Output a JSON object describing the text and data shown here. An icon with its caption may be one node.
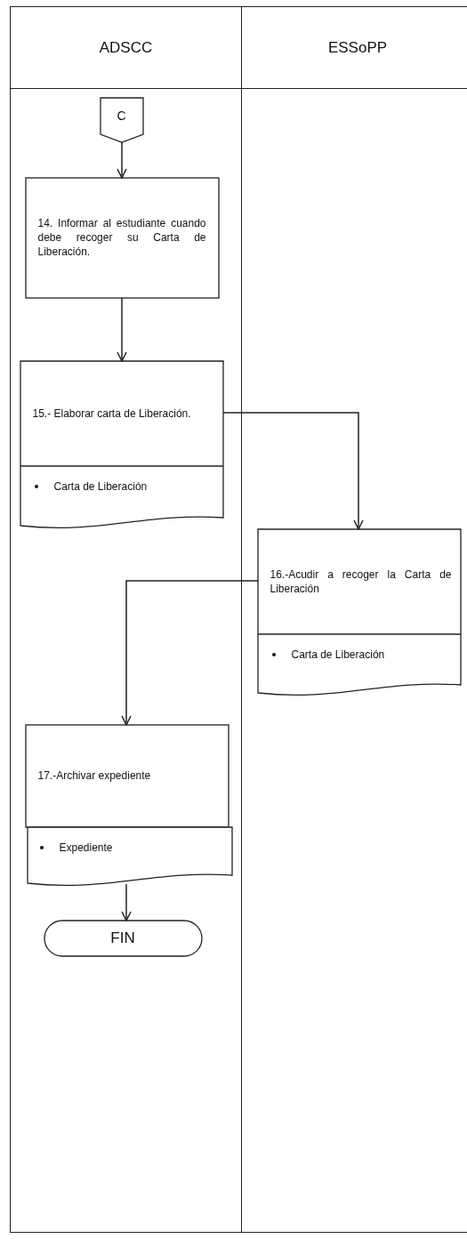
{
  "diagram": {
    "nodes": [
      {
        "text": [
          "ADSCC"
        ]
      },
      {
        "text": [
          "ESSoPP"
        ]
      },
      {
        "text": [
          "C"
        ],
        "in": 0
      },
      {
        "text": [
          "14. Informar al estudiante cuando debe recoger su Carta de Liberación."
        ],
        "in": 0
      },
      {
        "text": [
          "15.- Elaborar carta de Liberación.",
          "Carta de Liberación"
        ],
        "in": 0
      },
      {
        "text": [
          "16.-Acudir a recoger la Carta de Liberación",
          "Carta de Liberación"
        ],
        "in": 1
      },
      {
        "text": [
          "17.-Archivar expediente",
          "Expediente"
        ],
        "in": 0
      },
      {
        "text": [
          "FIN"
        ],
        "in": 0
      }
    ],
    "edges": [
      {
        "from": 2,
        "to": 3,
        "arrow": "to"
      },
      {
        "from": 3,
        "to": 4,
        "arrow": "to"
      },
      {
        "from": 4,
        "to": 5,
        "arrow": "to"
      },
      {
        "from": 5,
        "to": 6,
        "arrow": "to"
      },
      {
        "from": 6,
        "to": 7,
        "arrow": "to"
      }
    ]
  }
}
